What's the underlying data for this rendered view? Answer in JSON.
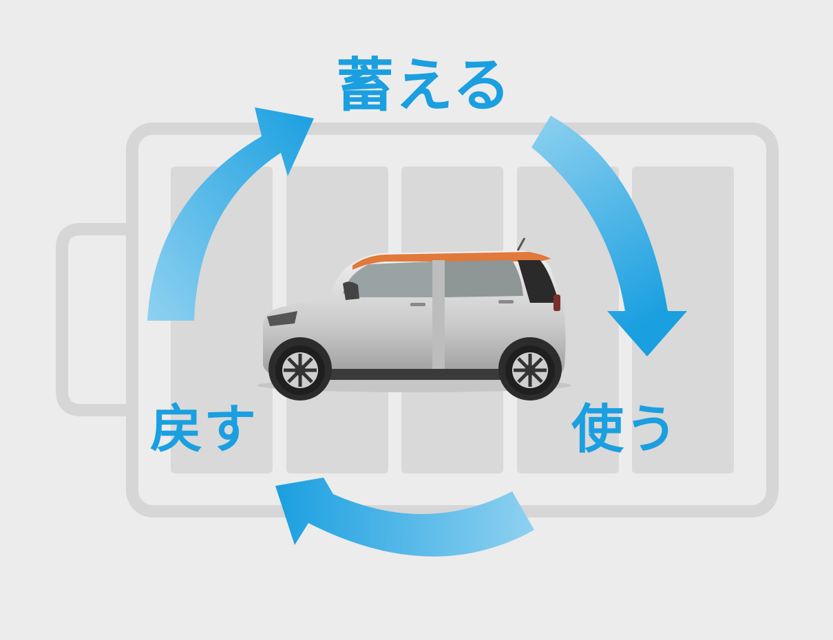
{
  "labels": {
    "store": "蓄える",
    "use": "使う",
    "return": "戻す"
  },
  "colors": {
    "background": "#ececec",
    "battery_outline": "#d6d6d6",
    "battery_cell": "#d9d9d9",
    "arrow_dark": "#1a9fe0",
    "arrow_light": "#8fd1f0",
    "label_text": "#1a9fe0"
  }
}
